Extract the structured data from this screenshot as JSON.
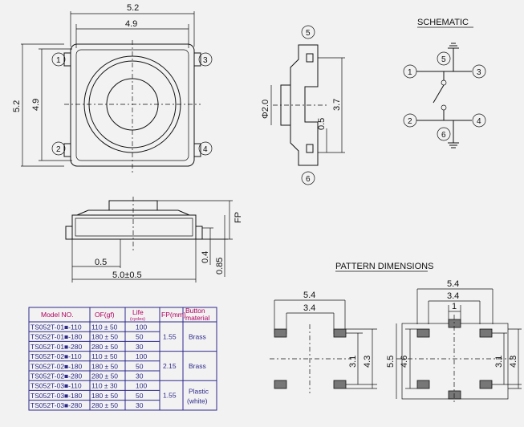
{
  "top_view": {
    "dims": {
      "width_outer": "5.2",
      "width_inner": "4.9",
      "height_outer": "5.2",
      "height_inner": "4.9"
    },
    "pins": [
      "1",
      "2",
      "3",
      "4"
    ]
  },
  "side_view": {
    "pins": [
      "5",
      "6"
    ],
    "dims": {
      "diameter": "Φ2.0",
      "height": "3.7",
      "offset": "0.5"
    }
  },
  "schematic": {
    "title": "SCHEMATIC",
    "pins": [
      "1",
      "2",
      "3",
      "4",
      "5",
      "6"
    ]
  },
  "front_view": {
    "dims": {
      "fp": "FP",
      "base": "0.5",
      "width": "5.0±0.5",
      "lead": "0.4",
      "thickness": "0.85"
    }
  },
  "pattern": {
    "title": "PATTERN DIMENSIONS",
    "left": {
      "outer": "5.4",
      "inner": "3.4",
      "pitch": "3.1",
      "height": "4.3"
    },
    "right": {
      "outer": "5.4",
      "mid": "3.4",
      "inner": "1",
      "height_outer": "5.5",
      "height_mid": "4.6",
      "pitch": "3.1",
      "height": "4.3"
    }
  },
  "table": {
    "headers": {
      "model": "Model NO.",
      "of": "OF(gf)",
      "life": "Life",
      "life_sub": "(cycles)",
      "fp": "FP(mm)",
      "button": "Button material"
    },
    "rows": [
      [
        "TS052T-01■-110",
        "110 ± 50",
        "100"
      ],
      [
        "TS052T-01■-180",
        "180 ± 50",
        "50"
      ],
      [
        "TS052T-01■-280",
        "280 ± 50",
        "30"
      ],
      [
        "TS052T-02■-110",
        "110 ± 50",
        "100"
      ],
      [
        "TS052T-02■-180",
        "180 ± 50",
        "50"
      ],
      [
        "TS052T-02■-280",
        "280 ± 50",
        "30"
      ],
      [
        "TS052T-03■-110",
        "110 ± 30",
        "100"
      ],
      [
        "TS052T-03■-180",
        "180 ± 50",
        "50"
      ],
      [
        "TS052T-03■-280",
        "280 ± 50",
        "30"
      ]
    ],
    "groups": [
      {
        "fp": "1.55",
        "material": "Brass"
      },
      {
        "fp": "2.15",
        "material": "Brass"
      },
      {
        "fp": "1.55",
        "material": "Plastic",
        "material2": "(white)"
      }
    ]
  }
}
